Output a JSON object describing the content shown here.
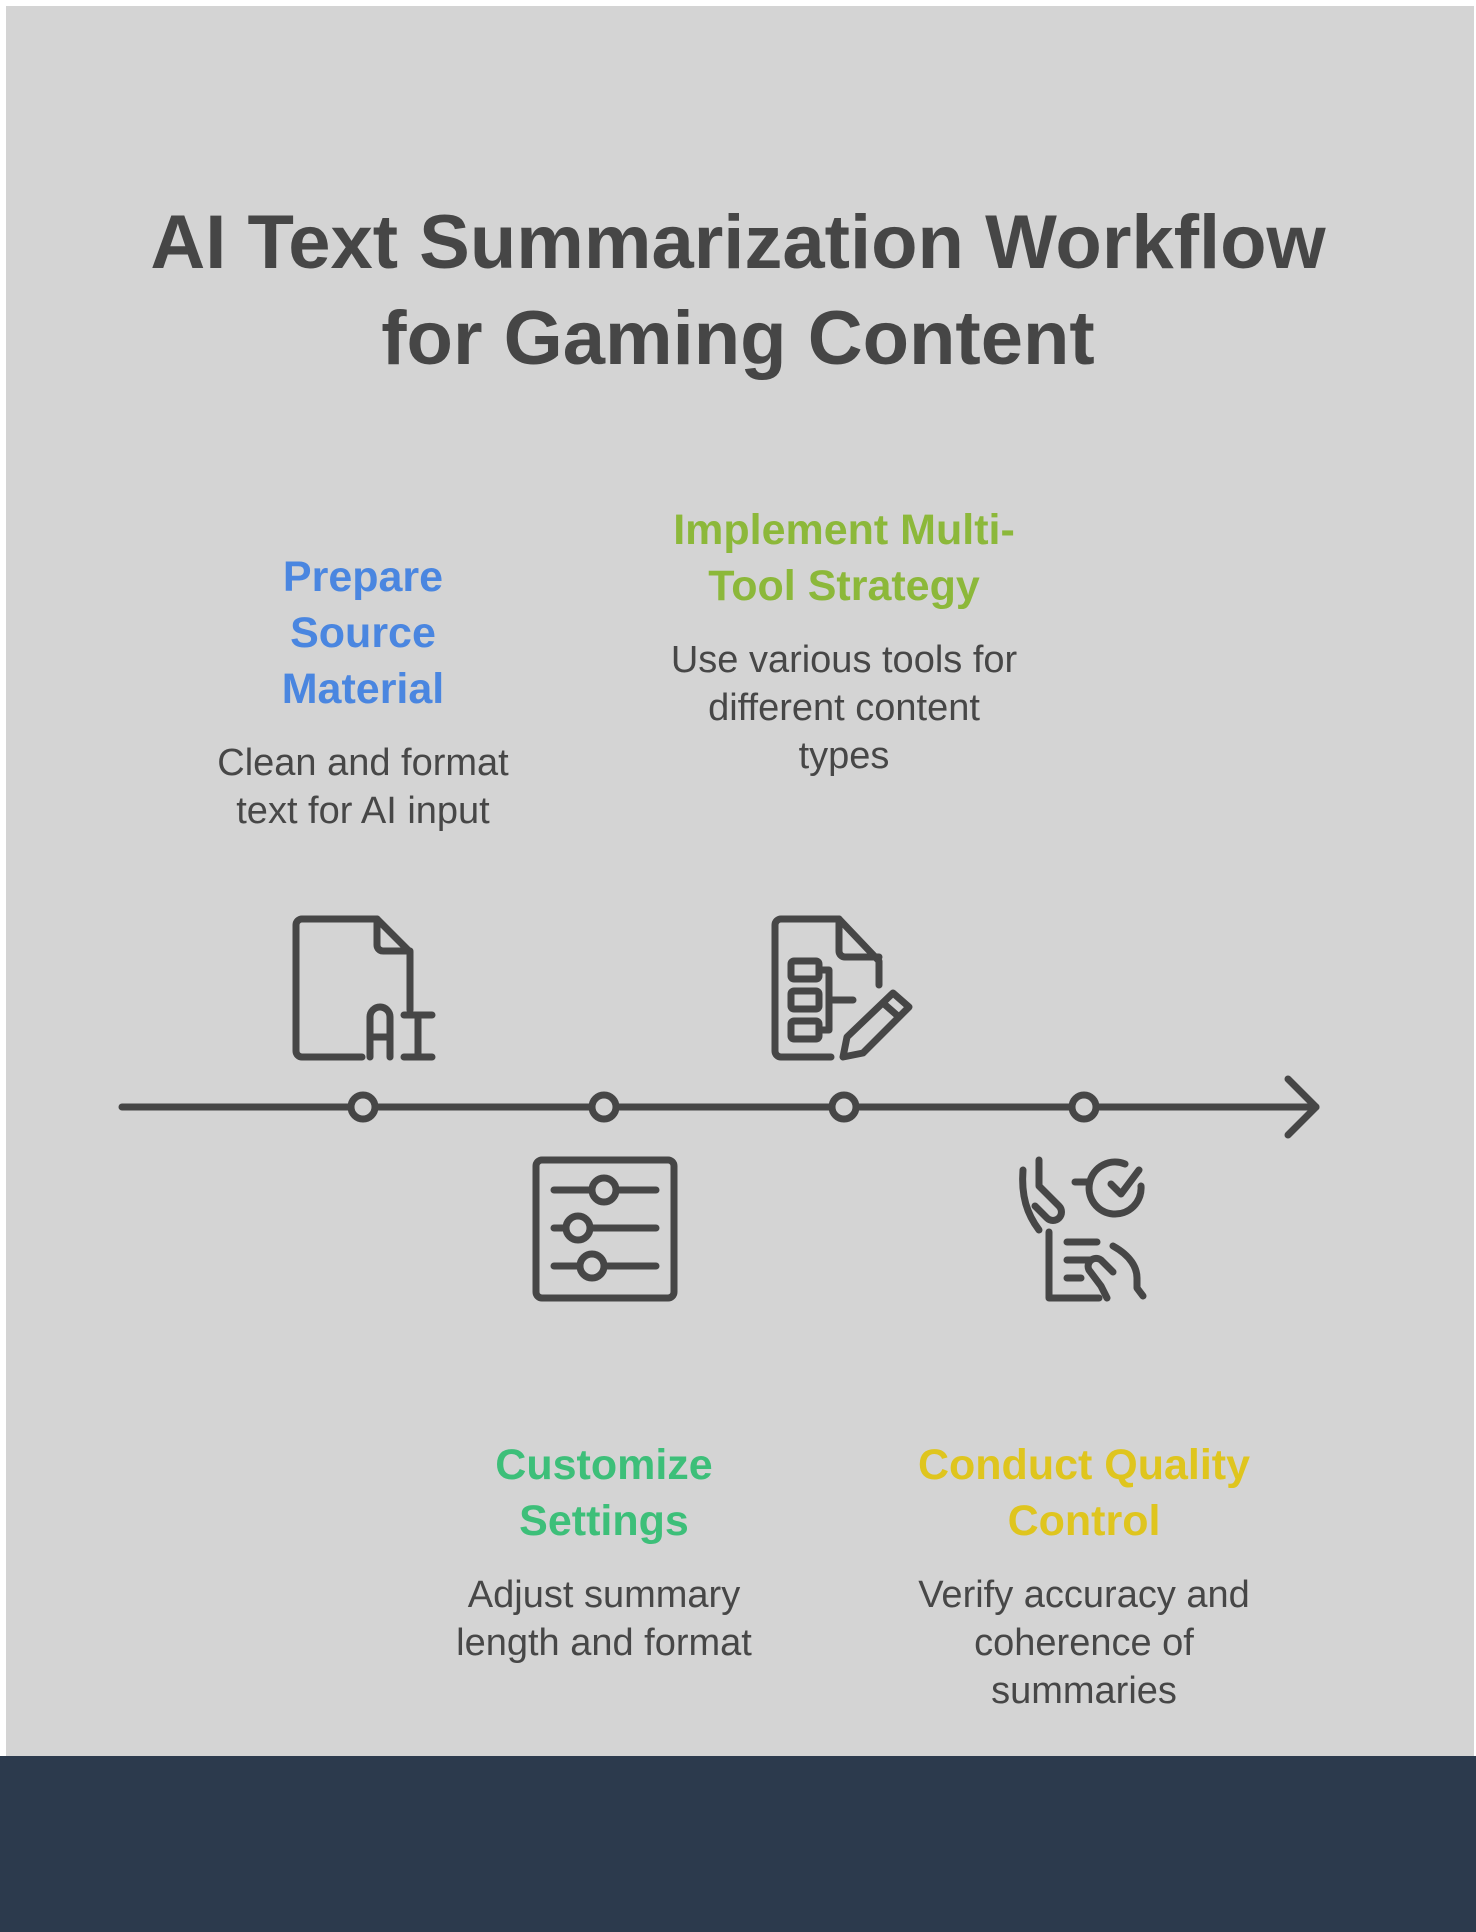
{
  "title": {
    "line1": "AI Text Summarization Workflow",
    "line2": "for Gaming Content"
  },
  "steps": [
    {
      "heading": "Prepare Source Material",
      "description": "Clean and format text for AI input",
      "color": "#4a86e0",
      "icon": "ai-document-icon"
    },
    {
      "heading": "Customize Settings",
      "description": "Adjust summary length and format",
      "color": "#3dbf79",
      "icon": "sliders-settings-icon"
    },
    {
      "heading": "Implement Multi-Tool Strategy",
      "description": "Use various tools for different content types",
      "color": "#8cb83a",
      "icon": "document-edit-icon"
    },
    {
      "heading": "Conduct Quality Control",
      "description": "Verify accuracy and coherence of summaries",
      "color": "#dfc51e",
      "icon": "quality-check-icon"
    }
  ],
  "colors": {
    "background": "#d4d4d4",
    "footer": "#2c3a4d",
    "text": "#464646"
  }
}
